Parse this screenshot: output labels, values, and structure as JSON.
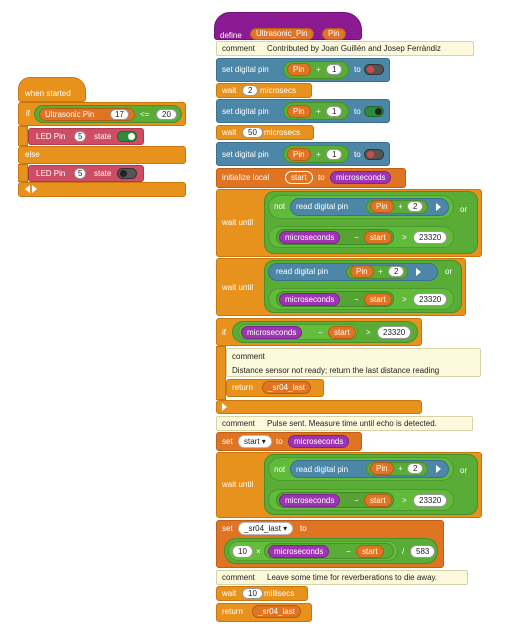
{
  "when_started": {
    "hat": "when started",
    "if": "if",
    "ultra_label": "Ultrasonic Pin",
    "ultra_pin": "17",
    "le_op": "<=",
    "threshold": "20",
    "else": "else",
    "led1": {
      "label": "LED Pin",
      "pin": "5",
      "state": "state"
    },
    "led2": {
      "label": "LED Pin",
      "pin": "5",
      "state": "state"
    }
  },
  "define": {
    "define": "define",
    "name": "Ultrasonic_Pin",
    "param": "Pin",
    "comment1": {
      "label": "comment",
      "text": "Contributed by Joan Guillén and Josep Ferràndiz"
    },
    "set_digital_pin": "set digital pin",
    "pin_var": "Pin",
    "plus": "+",
    "one": "1",
    "two": "2",
    "to": "to",
    "wait": "wait",
    "micros": "microsecs",
    "millis": "millisecs",
    "wait1_value": "2",
    "wait2_value": "50",
    "init_local": "initialize local",
    "local_start": "start",
    "microseconds": "microseconds",
    "wait_until": "wait until",
    "not": "not",
    "read_digital_pin": "read digital pin",
    "or": "or",
    "minus": "−",
    "start_var": "start",
    "gt": ">",
    "limit": "23320",
    "if": "if",
    "comment2": {
      "label": "comment",
      "text": "Distance sensor not ready; return the last distance reading"
    },
    "return": "return",
    "last_var": "_sr04_last",
    "comment3": {
      "label": "comment",
      "text": "Pulse sent. Measure time until echo is detected."
    },
    "set": "set",
    "set_var": "start ▾",
    "set_to": "to",
    "set2_var": "_sr04_last ▾",
    "ten": "10",
    "times": "×",
    "divide": "/",
    "divisor": "583",
    "comment4": {
      "label": "comment",
      "text": "Leave some time for reverberations to die away."
    },
    "wait3_value": "10"
  }
}
